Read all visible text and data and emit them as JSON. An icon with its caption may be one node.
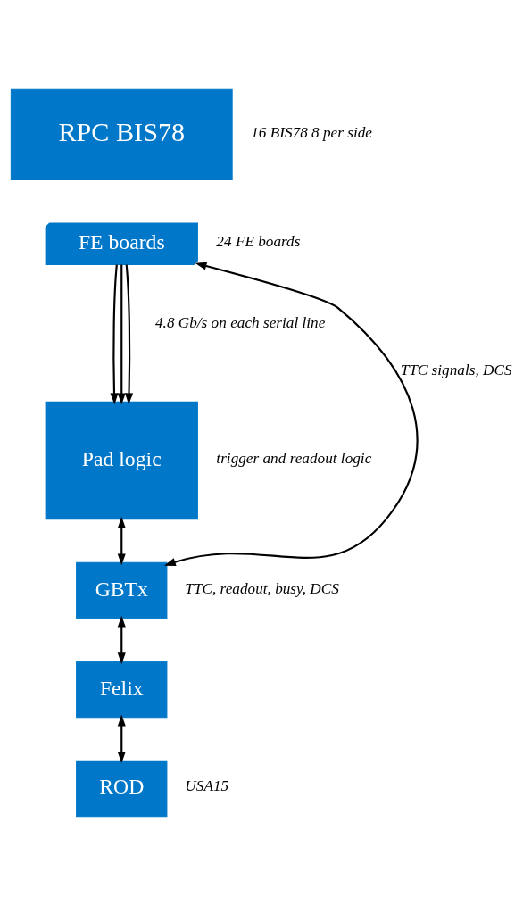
{
  "diagram": {
    "nodes": [
      {
        "text": [
          "RPC BIS78"
        ],
        "beside": [
          "16 BIS78 8 per side"
        ]
      },
      {
        "text": [
          "FE boards"
        ],
        "beside": [
          "24 FE boards"
        ]
      },
      {
        "text": [
          "Pad logic"
        ],
        "beside": [
          "trigger and readout logic"
        ]
      },
      {
        "text": [
          "GBTx"
        ]
      },
      {
        "text": [
          "Felix"
        ]
      },
      {
        "text": [
          "ROD"
        ]
      }
    ],
    "edges": [
      {
        "from": 1,
        "to": 2,
        "arrow": "to"
      },
      {
        "from": 1,
        "to": 2,
        "arrow": "to"
      },
      {
        "from": 1,
        "to": 2,
        "arrow": "to"
      },
      {
        "from": 2,
        "to": 3,
        "arrow": "both"
      },
      {
        "from": 3,
        "to": 1,
        "arrow": "both",
        "label": "TTC signals, DCS"
      },
      {
        "from": 3,
        "to": 4,
        "arrow": "both"
      },
      {
        "from": 4,
        "to": 5,
        "arrow": "both"
      }
    ],
    "labels": [
      "4.8 Gb/s on each serial line",
      "TTC, readout, busy, DCS",
      "USA15"
    ]
  }
}
